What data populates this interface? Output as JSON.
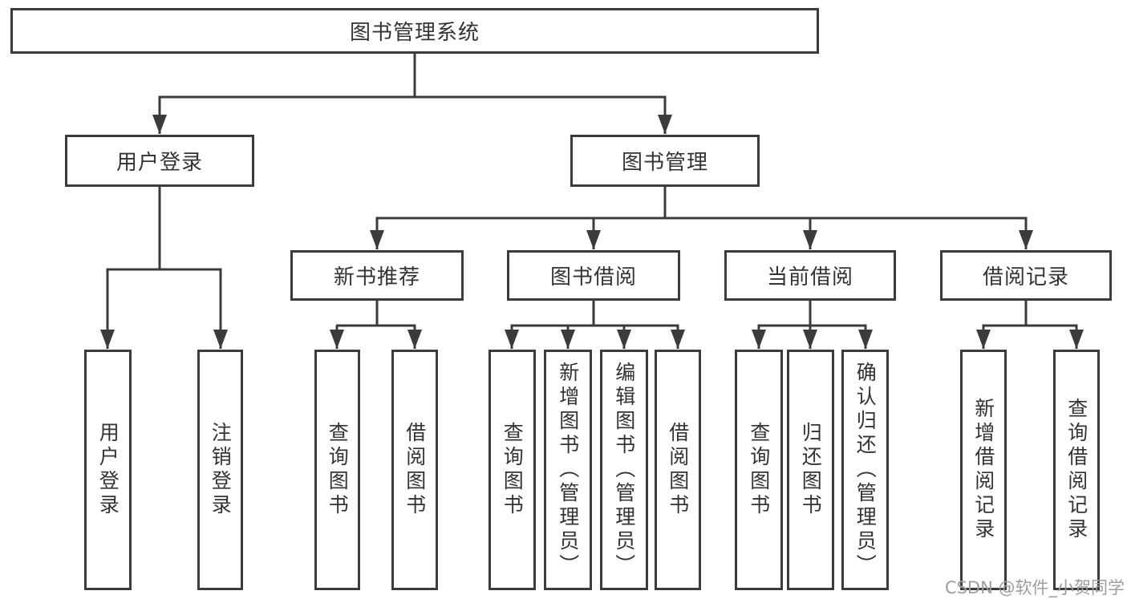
{
  "diagram": {
    "root": {
      "label": "图书管理系统"
    },
    "branches": [
      {
        "label": "用户登录",
        "children": [
          {
            "label": "用户登录"
          },
          {
            "label": "注销登录"
          }
        ]
      },
      {
        "label": "图书管理",
        "children": [
          {
            "label": "新书推荐",
            "children": [
              {
                "label": "查询图书"
              },
              {
                "label": "借阅图书"
              }
            ]
          },
          {
            "label": "图书借阅",
            "children": [
              {
                "label": "查询图书"
              },
              {
                "label": "新增图书（管理员）"
              },
              {
                "label": "编辑图书（管理员）"
              },
              {
                "label": "借阅图书"
              }
            ]
          },
          {
            "label": "当前借阅",
            "children": [
              {
                "label": "查询图书"
              },
              {
                "label": "归还图书"
              },
              {
                "label": "确认归还（管理员）"
              }
            ]
          },
          {
            "label": "借阅记录",
            "children": [
              {
                "label": "新增借阅记录"
              },
              {
                "label": "查询借阅记录"
              }
            ]
          }
        ]
      }
    ]
  },
  "watermark": {
    "text": "CSDN @软件_小贺同学"
  },
  "colors": {
    "line": "#3b3b3b",
    "box_border": "#3b3b3b",
    "box_fill": "#ffffff",
    "text": "#333333",
    "watermark": "#9b9da1",
    "background": "#ffffff"
  }
}
